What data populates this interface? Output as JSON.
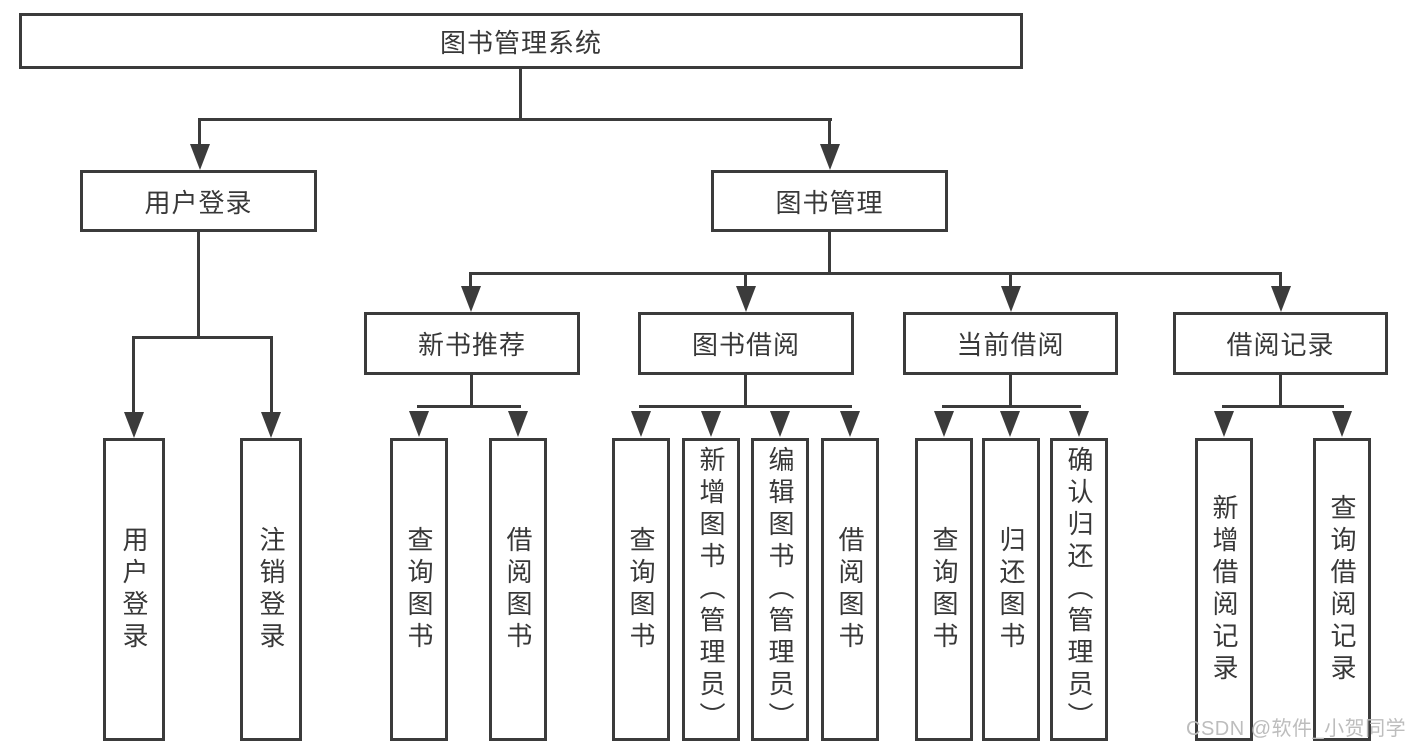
{
  "colors": {
    "line": "#3b3b3b",
    "text": "#383838",
    "watermark": "#bdbdbd",
    "background": "#ffffff"
  },
  "root": {
    "label": "图书管理系统"
  },
  "user_login": {
    "label": "用户登录",
    "children": {
      "login": "用户登录",
      "logout": "注销登录"
    }
  },
  "book_mgmt": {
    "label": "图书管理",
    "new_books": {
      "label": "新书推荐",
      "children": {
        "query": "查询图书",
        "borrow": "借阅图书"
      }
    },
    "book_borrow": {
      "label": "图书借阅",
      "children": {
        "query": "查询图书",
        "add": "新增图书（管理员）",
        "edit": "编辑图书（管理员）",
        "borrow": "借阅图书"
      }
    },
    "current_borrow": {
      "label": "当前借阅",
      "children": {
        "query": "查询图书",
        "return": "归还图书",
        "confirm": "确认归还（管理员）"
      }
    },
    "borrow_records": {
      "label": "借阅记录",
      "children": {
        "add": "新增借阅记录",
        "query": "查询借阅记录"
      }
    }
  },
  "watermark": {
    "text": "CSDN @软件_小贺同学"
  }
}
